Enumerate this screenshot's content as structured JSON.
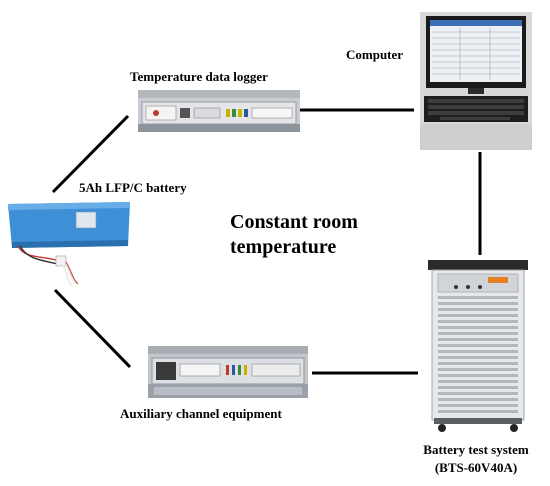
{
  "diagram": {
    "center_label_line1": "Constant room",
    "center_label_line2": "temperature",
    "nodes": {
      "battery": {
        "label": "5Ah LFP/C battery"
      },
      "logger": {
        "label": "Temperature data logger"
      },
      "computer": {
        "label": "Computer"
      },
      "aux": {
        "label": "Auxiliary channel equipment"
      },
      "tester": {
        "label_line1": "Battery test system",
        "label_line2": "(BTS-60V40A)"
      }
    },
    "edges": [
      {
        "from": "battery",
        "to": "logger"
      },
      {
        "from": "logger",
        "to": "computer"
      },
      {
        "from": "computer",
        "to": "tester"
      },
      {
        "from": "battery",
        "to": "aux"
      },
      {
        "from": "aux",
        "to": "tester"
      }
    ]
  }
}
